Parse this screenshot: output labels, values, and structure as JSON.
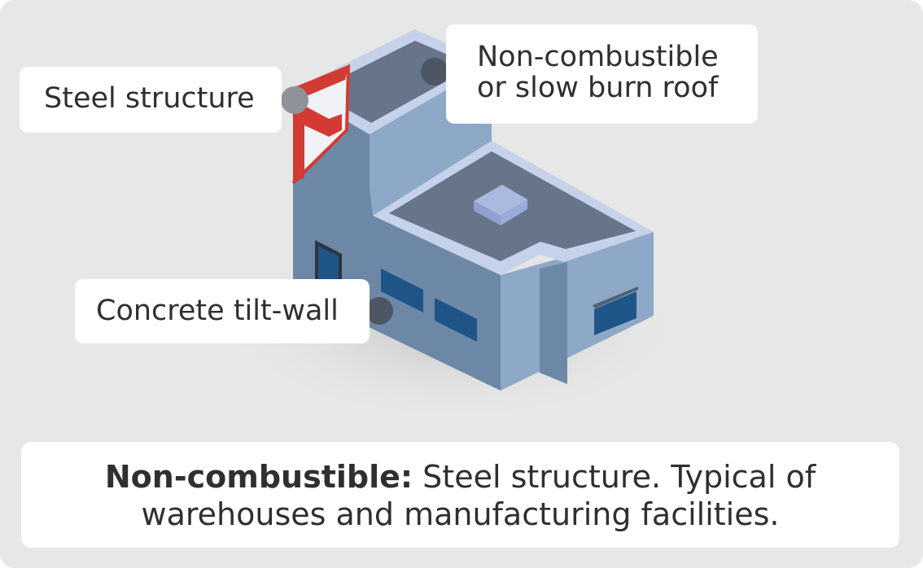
{
  "callouts": {
    "steel_structure": "Steel structure",
    "roof_line1": "Non-combustible",
    "roof_line2": "or slow burn roof",
    "tilt_wall": "Concrete tilt-wall"
  },
  "caption": {
    "bold": "Non-combustible:",
    "line1_rest": " Steel structure. Typical of",
    "line2": "warehouses and manufacturing facilities."
  },
  "colors": {
    "background": "#e6e7e6",
    "wall_left": "#6d88a6",
    "wall_right": "#8ea8c8",
    "roof": "#667589",
    "roof_rim": "#c6d2ea",
    "window": "#1f5488",
    "steel_accent": "#d33a33",
    "callout_dot": "#4d5764"
  },
  "icons": {
    "building": "isometric-building-icon",
    "steel_frame": "steel-frame-icon",
    "pointer": "callout-dot-icon"
  }
}
